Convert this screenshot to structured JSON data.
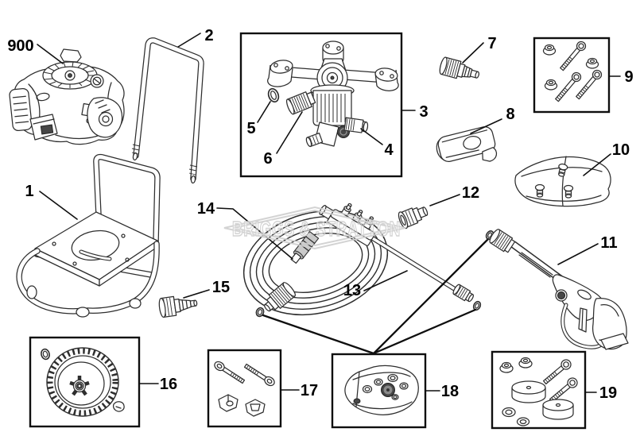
{
  "diagram": {
    "watermark": "BRIGGS & STRATTON"
  },
  "callouts": {
    "c900": "900",
    "c1": "1",
    "c2": "2",
    "c3": "3",
    "c4": "4",
    "c5": "5",
    "c6": "6",
    "c7": "7",
    "c8": "8",
    "c9": "9",
    "c10": "10",
    "c11": "11",
    "c12": "12",
    "c13": "13",
    "c14": "14",
    "c15": "15",
    "c16": "16",
    "c17": "17",
    "c18": "18",
    "c19": "19"
  }
}
